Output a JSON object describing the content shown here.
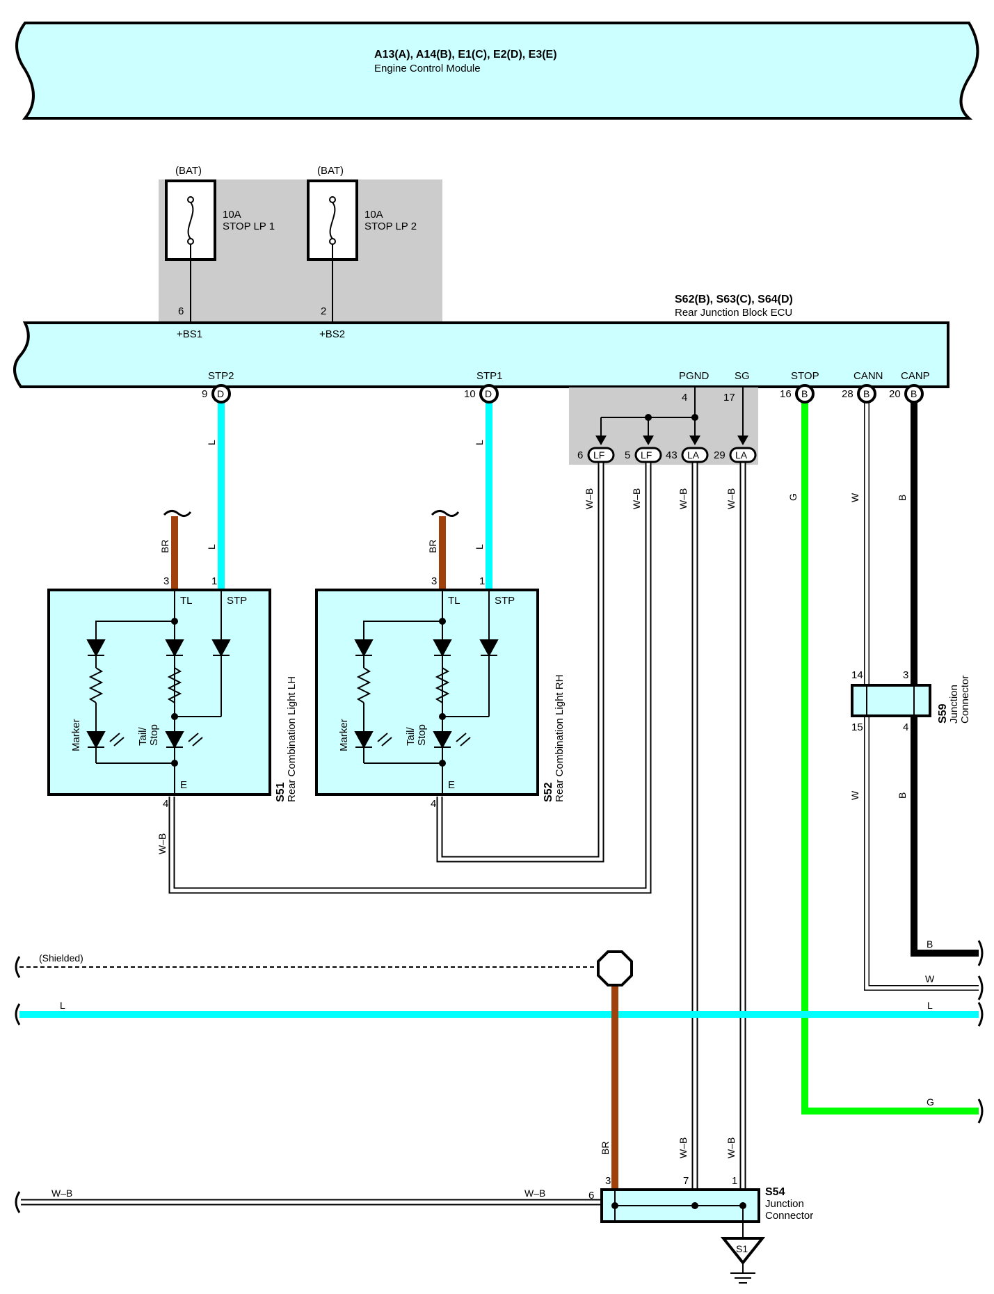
{
  "ecm": {
    "connectors": "A13(A), A14(B), E1(C), E2(D), E3(E)",
    "name": "Engine Control Module"
  },
  "fuses": [
    {
      "source": "(BAT)",
      "rating": "10A",
      "name": "STOP LP 1",
      "pin": "6",
      "terminal": "+BS1"
    },
    {
      "source": "(BAT)",
      "rating": "10A",
      "name": "STOP LP 2",
      "pin": "2",
      "terminal": "+BS2"
    }
  ],
  "rjb": {
    "connectors": "S62(B), S63(C), S64(D)",
    "name": "Rear Junction Block ECU",
    "terms": [
      {
        "label": "STP2",
        "pin": "9",
        "conn": "D"
      },
      {
        "label": "STP1",
        "pin": "10",
        "conn": "D"
      },
      {
        "label": "PGND",
        "pin": "4"
      },
      {
        "label": "SG",
        "pin": "17"
      },
      {
        "label": "STOP",
        "pin": "16",
        "conn": "B"
      },
      {
        "label": "CANN",
        "pin": "28",
        "conn": "B"
      },
      {
        "label": "CANP",
        "pin": "20",
        "conn": "B"
      }
    ]
  },
  "joints": [
    {
      "pin": "6",
      "conn": "LF"
    },
    {
      "pin": "5",
      "conn": "LF"
    },
    {
      "pin": "43",
      "conn": "LA"
    },
    {
      "pin": "29",
      "conn": "LA"
    }
  ],
  "lights": [
    {
      "id": "S51",
      "name": "Rear Combination Light LH",
      "pin_tl": "3",
      "pin_stp": "1",
      "pin_e": "4",
      "tl": "TL",
      "stp": "STP",
      "e": "E",
      "marker": "Marker",
      "tail1": "Tail/",
      "tail2": "Stop"
    },
    {
      "id": "S52",
      "name": "Rear Combination Light RH",
      "pin_tl": "3",
      "pin_stp": "1",
      "pin_e": "4",
      "tl": "TL",
      "stp": "STP",
      "e": "E",
      "marker": "Marker",
      "tail1": "Tail/",
      "tail2": "Stop"
    }
  ],
  "s59": {
    "id": "S59",
    "line1": "Junction",
    "line2": "Connector",
    "pins": [
      "14",
      "3",
      "15",
      "4"
    ]
  },
  "s54": {
    "id": "S54",
    "line1": "Junction",
    "line2": "Connector",
    "pins": [
      "3",
      "7",
      "1",
      "6"
    ]
  },
  "ground": {
    "label": "S1"
  },
  "shielded": "(Shielded)",
  "wire_colors": {
    "L": "L",
    "BR": "BR",
    "WB": "W–B",
    "G": "G",
    "W": "W",
    "B": "B"
  },
  "colors": {
    "module_fill": "#ccffff",
    "shade": "#cccccc",
    "wire_blue": "#00ffff",
    "wire_brown": "#a0400a",
    "wire_green": "#00ff00",
    "wire_black": "#000000"
  }
}
